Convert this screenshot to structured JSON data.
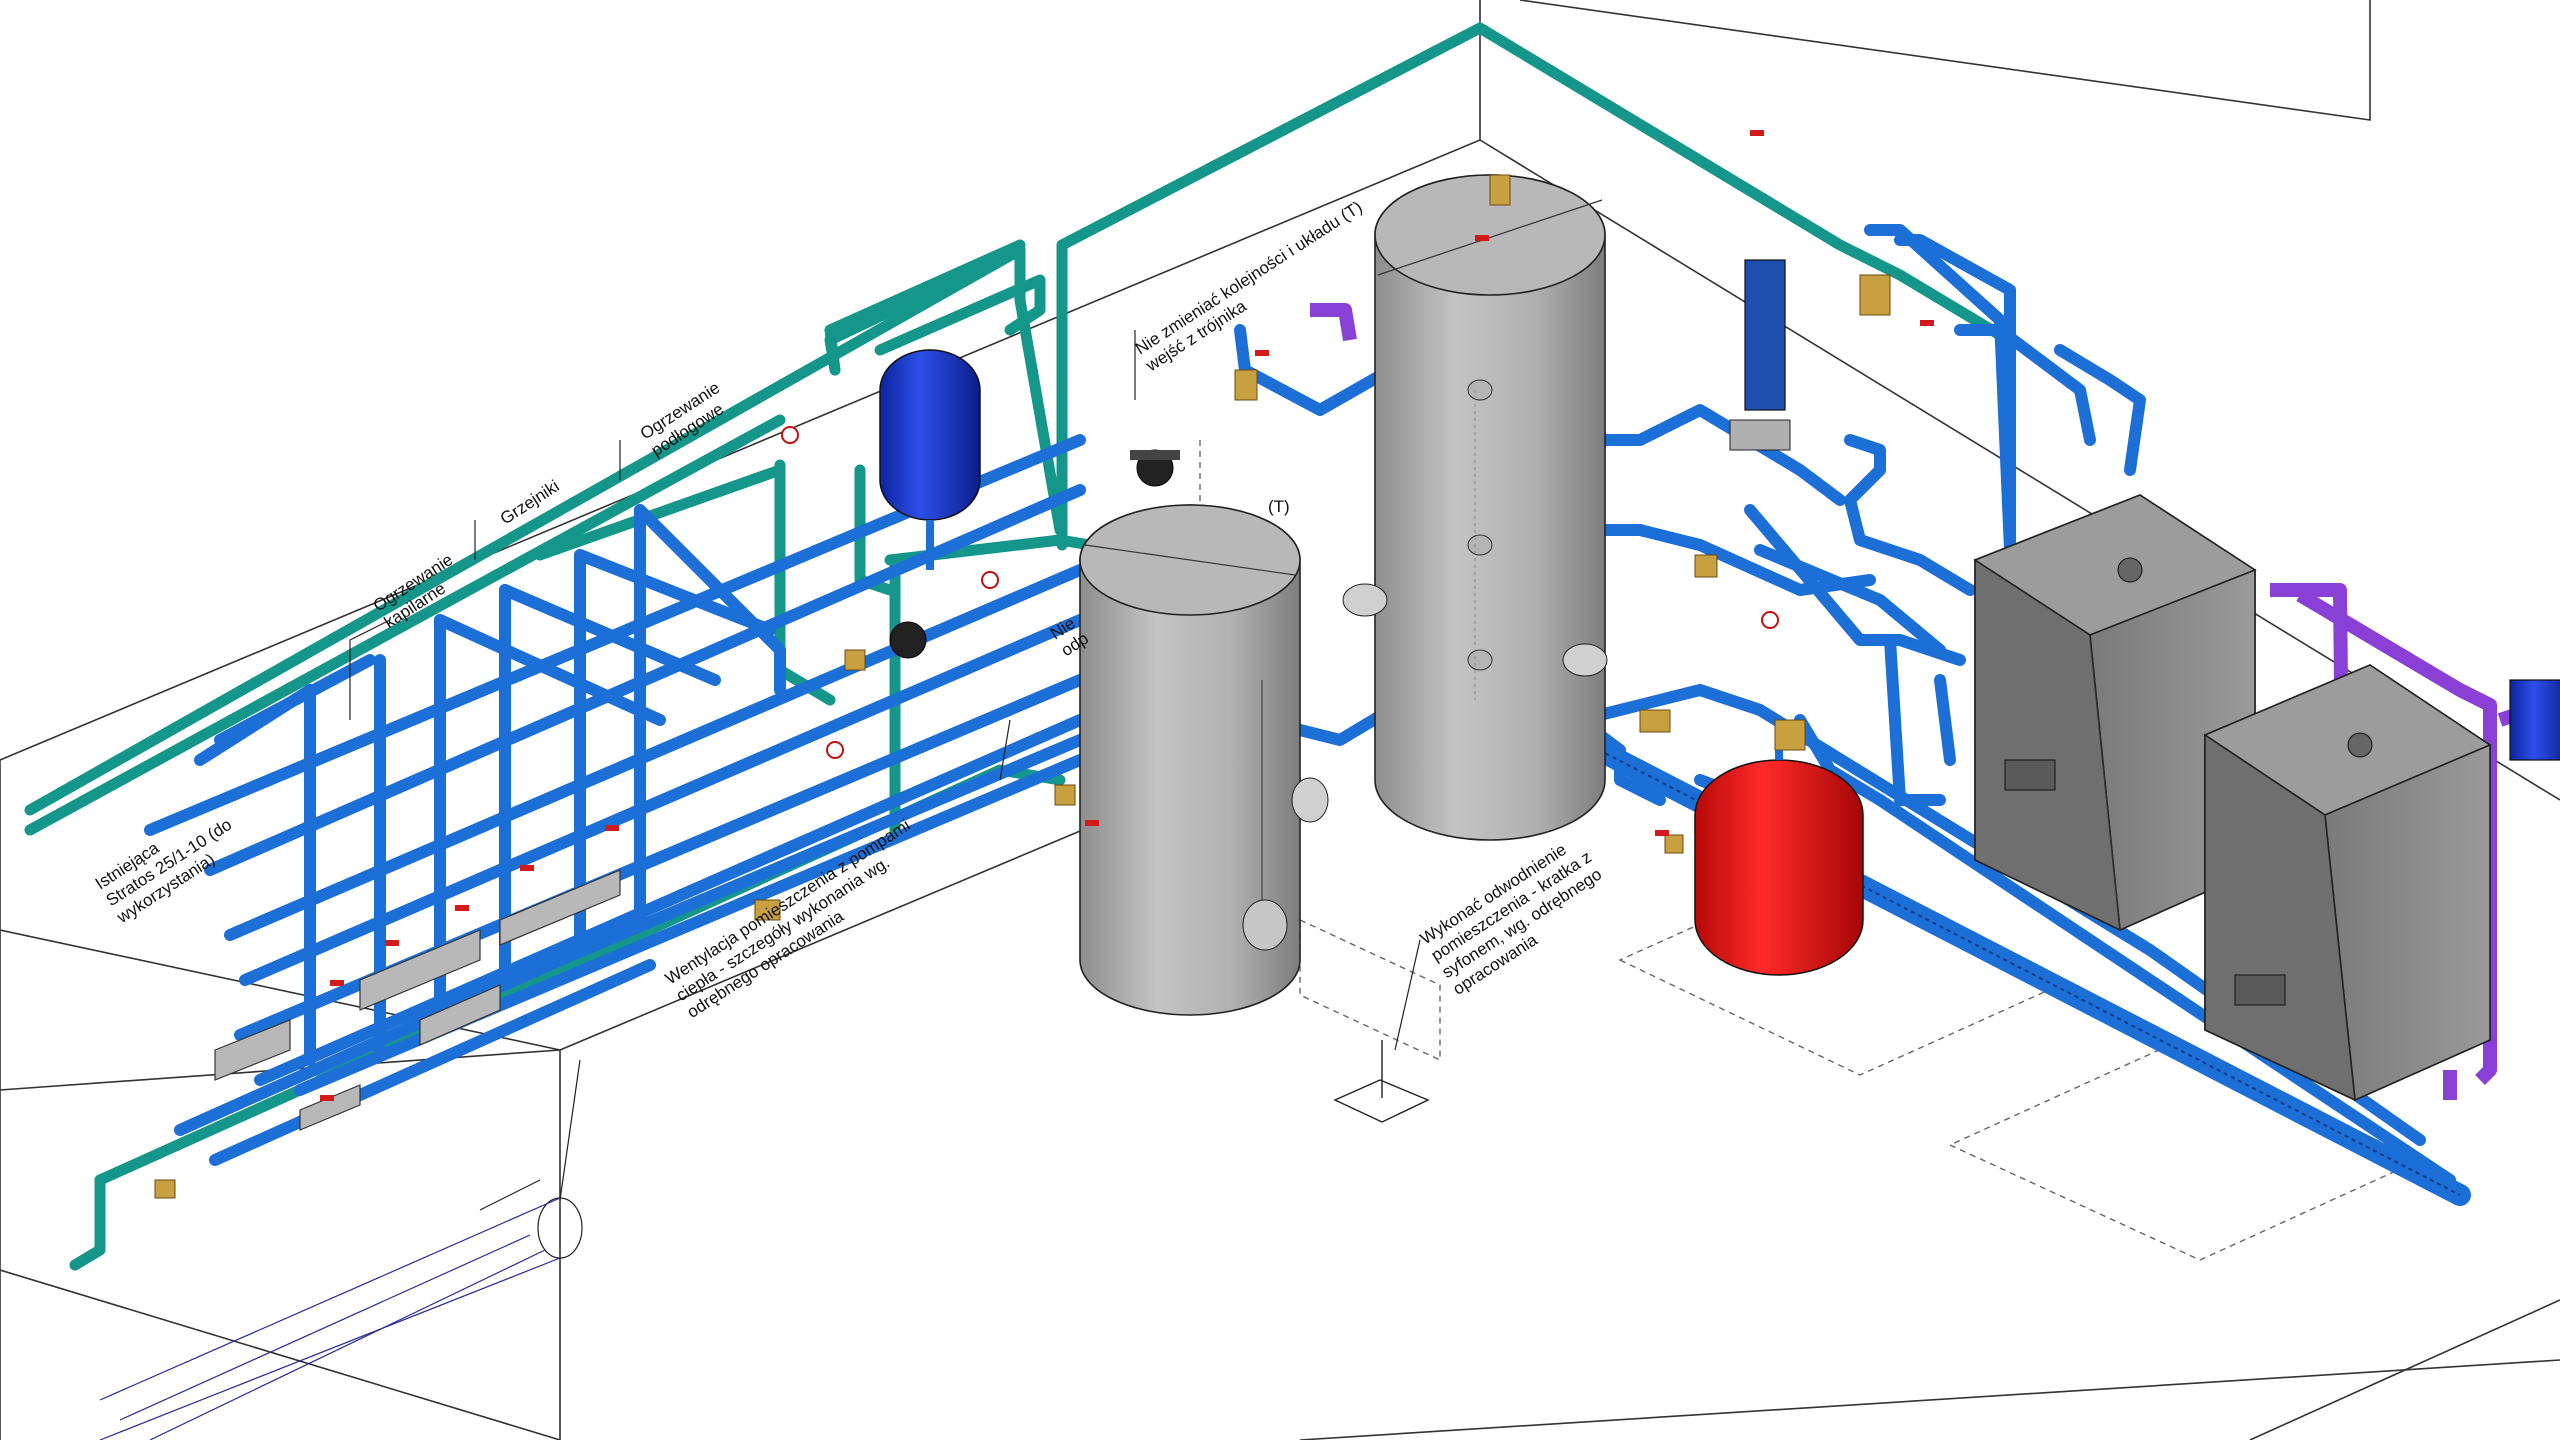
{
  "colors": {
    "teal_pipe": "#14968a",
    "blue_pipe": "#1c6fd6",
    "purple_pipe": "#8a3fd6",
    "tank_gray": "#a9a9a9",
    "boiler_gray": "#8c8c8c",
    "expansion_blue": "#1536c8",
    "expansion_red": "#e01010",
    "fitting_brass": "#c8a040",
    "valve_red": "#d21a1a",
    "outline": "#222222"
  },
  "labels": {
    "heat_capillary": [
      "Ogrzewanie",
      "kapilarne"
    ],
    "radiators": [
      "Grzejniki"
    ],
    "underfloor": [
      "Ogrzewanie",
      "podłogowe"
    ],
    "existing_pump": [
      "Istniejąca",
      "Stratos 25/1-10 (do",
      "wykorzystania)"
    ],
    "ventilation": [
      "Wentylacja pomieszczenia z pompami",
      "ciepła - szczegóły wykonania wg.",
      "odrębnego opracowania"
    ],
    "drainage": [
      "Wykonać odwodnienie",
      "pomieszczenia - kratka z",
      "syfonem, wg. odrębnego",
      "opracowania"
    ],
    "tee_note": [
      "Nie zmieniać kolejności i układu (T)",
      "wejść z trójnika"
    ],
    "hidden_note": [
      "Nie",
      "odp"
    ],
    "tank_T": "(T)"
  },
  "icons": [
    "pump-icon",
    "valve-icon",
    "thermometer-icon",
    "manometer-icon",
    "drain-grate-icon"
  ]
}
